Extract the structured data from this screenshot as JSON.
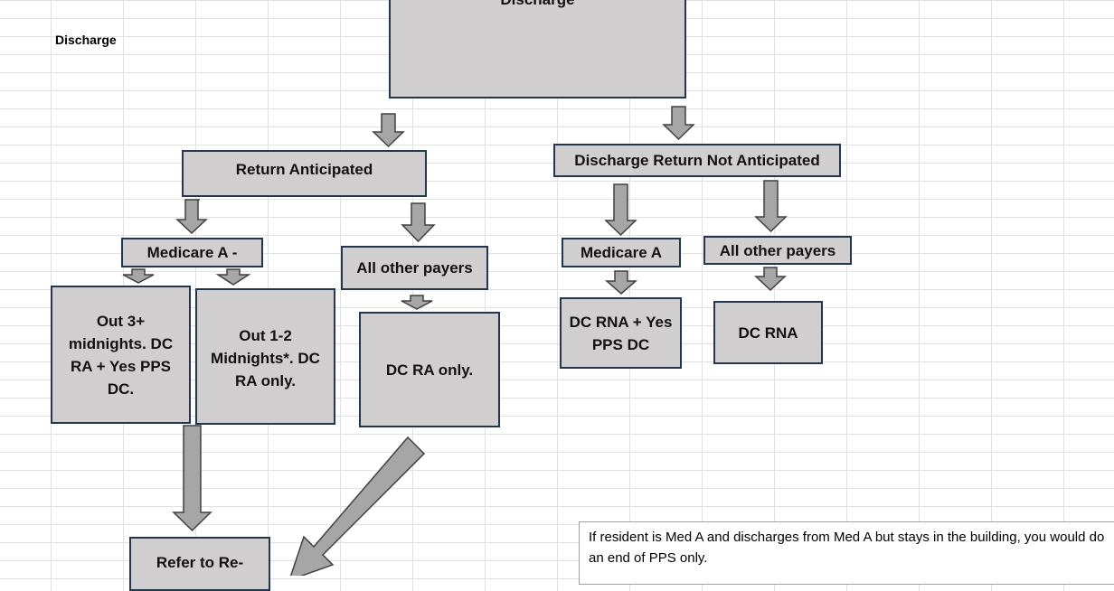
{
  "sheet_label": "Discharge",
  "nodes": {
    "discharge": "Discharge",
    "return_anticipated": "Return Anticipated",
    "return_not_anticipated": "Discharge Return Not Anticipated",
    "ra_medicare_a": "Medicare A -",
    "ra_other_payers": "All other payers",
    "rna_medicare_a": "Medicare A",
    "rna_other_payers": "All other payers",
    "out_3plus": "Out 3+ midnights. DC RA + Yes PPS DC.",
    "out_1_2": "Out 1-2 Midnights*. DC RA only.",
    "dc_ra_only": "DC RA only.",
    "dc_rna_yes_pps": "DC RNA + Yes PPS DC",
    "dc_rna": "DC RNA",
    "refer_to": "Refer to Re-"
  },
  "note": "If resident is Med A and discharges from Med A but stays in the building, you would do an end of PPS only.",
  "colors": {
    "box_fill": "#d0cece",
    "box_border": "#24364f",
    "arrow_fill": "#a6a6a6",
    "grid_line": "#e2e2e2"
  }
}
